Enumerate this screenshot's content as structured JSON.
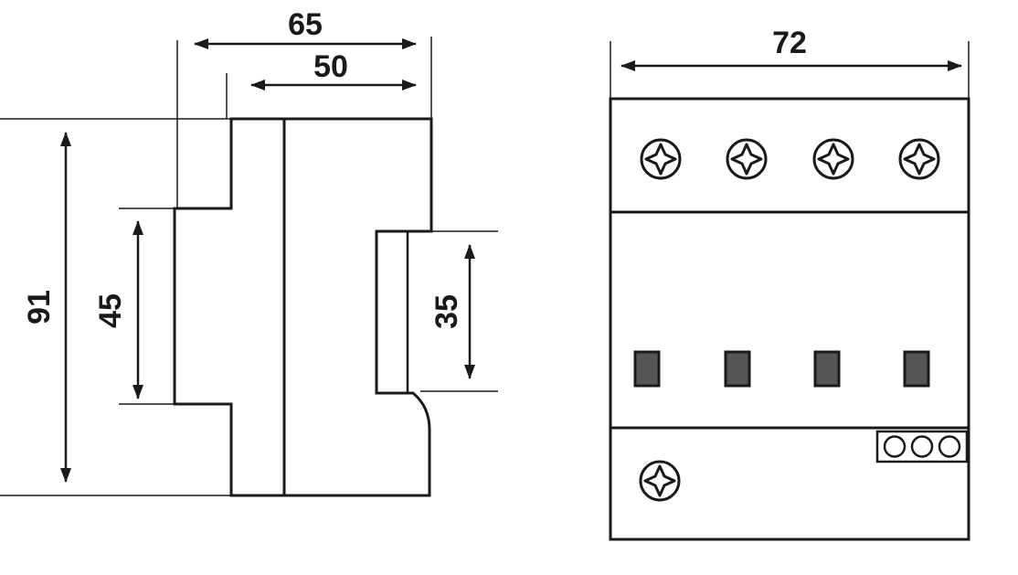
{
  "side_view": {
    "dimensions": {
      "overall_depth": "65",
      "body_depth": "50",
      "height": "91",
      "front_height": "45",
      "rail_clip_height": "35"
    }
  },
  "front_view": {
    "dimensions": {
      "width": "72"
    },
    "terminal_screws_top": [
      "screw",
      "screw",
      "screw",
      "screw"
    ],
    "indicator_windows": [
      "window",
      "window",
      "window",
      "window"
    ],
    "bottom_screw": "screw",
    "status_lights": [
      "light",
      "light",
      "light"
    ]
  },
  "colors": {
    "line": "#1a1a1a",
    "indicator_fill": "#555555",
    "background": "#ffffff"
  }
}
